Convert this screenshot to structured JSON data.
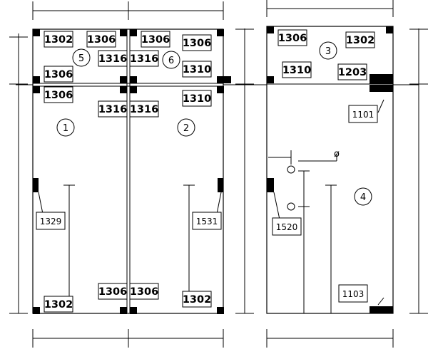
{
  "tags": {
    "t1": "1302",
    "t2": "1306",
    "t3": "1316",
    "t4": "1306",
    "t5": "1316",
    "t6": "1306",
    "t7": "1310",
    "t8": "1306",
    "t9": "1306",
    "t10": "1316",
    "t11": "1316",
    "t12": "1310",
    "t13": "1329",
    "t14": "1531",
    "t15": "1302",
    "t16": "1306",
    "t17": "1306",
    "t18": "1302",
    "t19": "1306",
    "t20": "1302",
    "t21": "1310",
    "t22": "1203",
    "t23": "1101",
    "t24": "1520",
    "t25": "1103"
  },
  "rooms": {
    "r1": "1",
    "r2": "2",
    "r3": "3",
    "r4": "4",
    "r5": "5",
    "r6": "6"
  },
  "symbols": {
    "phi": "ø"
  }
}
